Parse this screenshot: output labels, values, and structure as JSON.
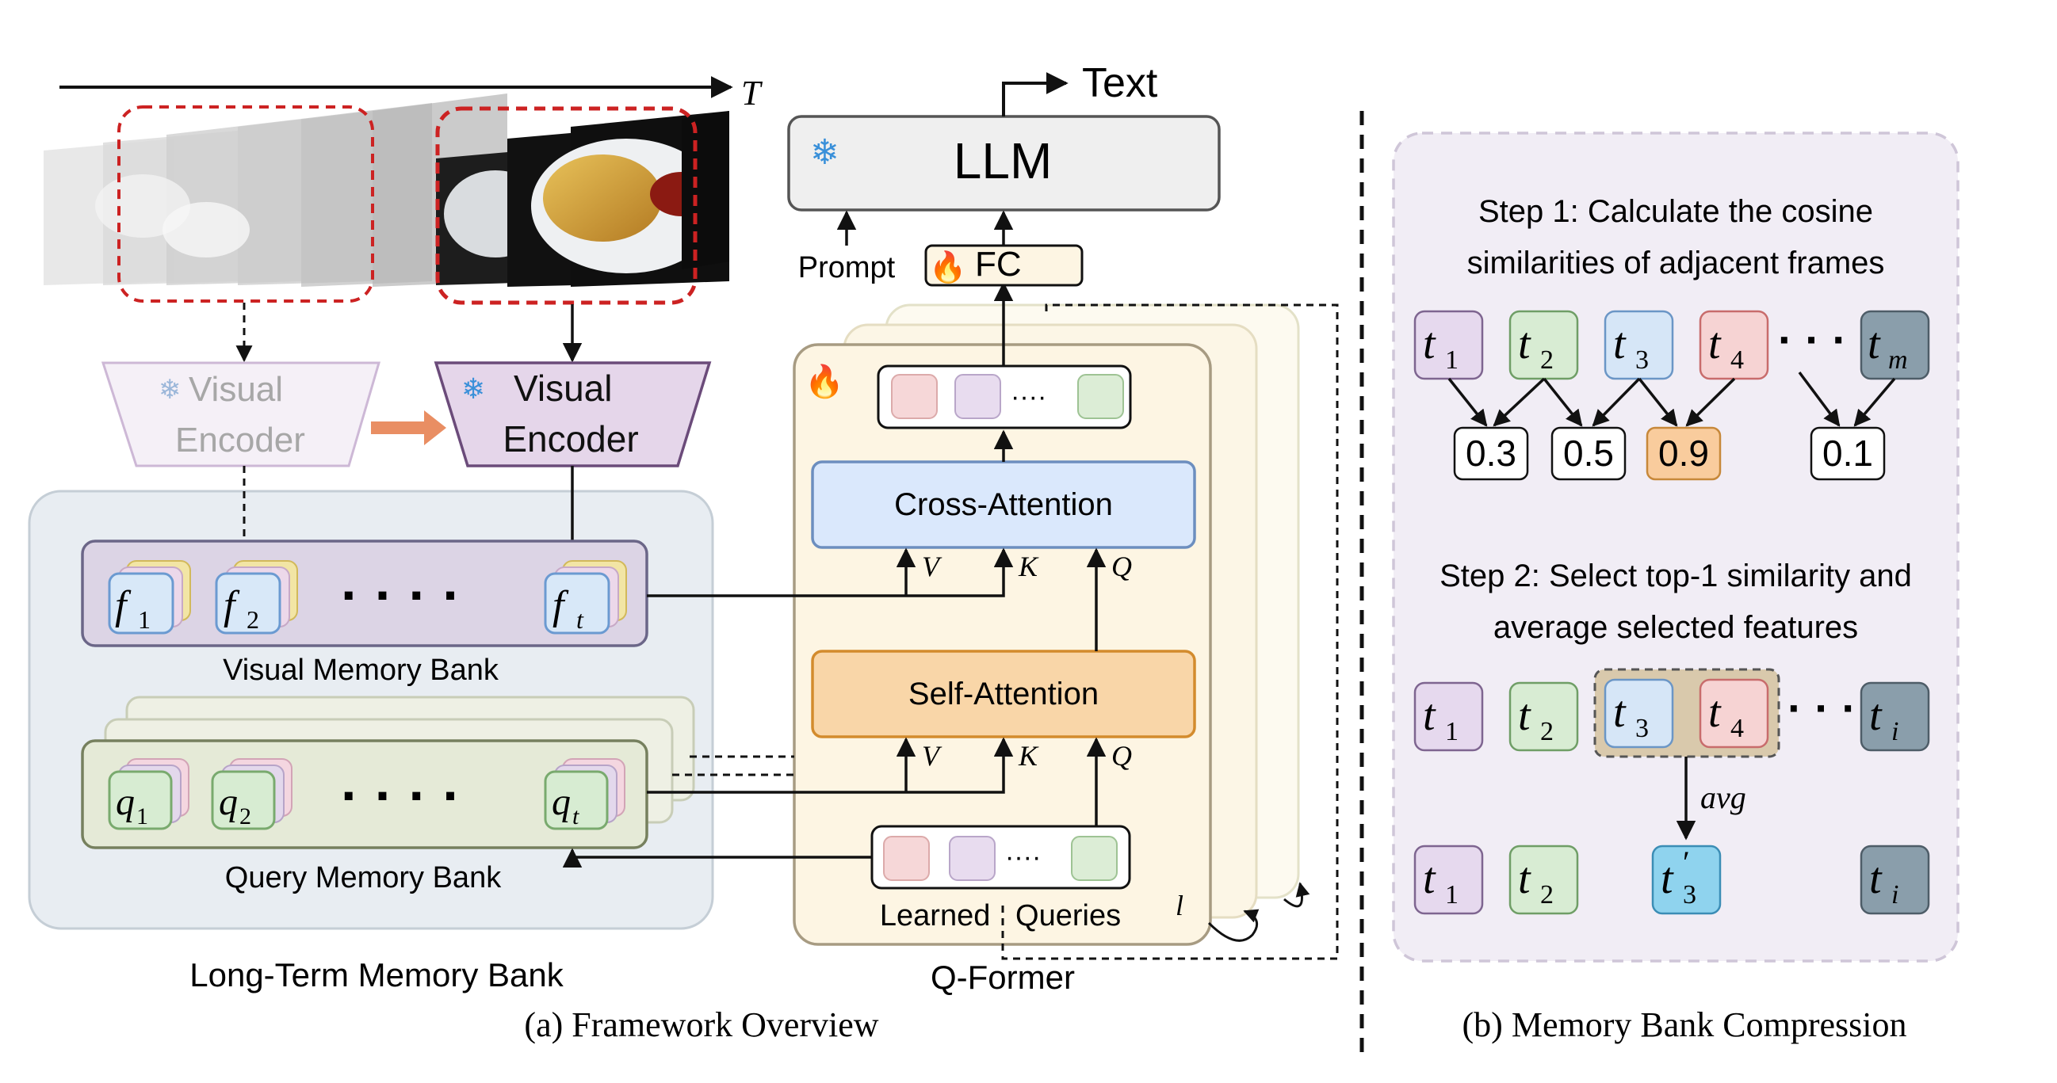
{
  "left": {
    "time_axis": "T",
    "frozen_encoder": {
      "line1": "Visual",
      "line2": "Encoder"
    },
    "active_encoder": {
      "line1": "Visual",
      "line2": "Encoder"
    },
    "visual_bank": {
      "label": "Visual Memory Bank",
      "tokens": [
        "f",
        "f",
        "f"
      ],
      "subs": [
        "1",
        "2",
        "t"
      ],
      "dots": "· · · ·"
    },
    "query_bank": {
      "label": "Query Memory Bank",
      "tokens": [
        "q",
        "q",
        "q"
      ],
      "subs": [
        "1",
        "2",
        "t"
      ],
      "dots": "· · · ·"
    },
    "ltm_label": "Long-Term Memory Bank"
  },
  "qformer": {
    "label": "Q-Former",
    "cross_attention": "Cross-Attention",
    "self_attention": "Self-Attention",
    "learned_queries": "Learned   Queries",
    "layers": "l",
    "v": "V",
    "k": "K",
    "q": "Q",
    "dots": "····"
  },
  "top": {
    "llm": "LLM",
    "text": "Text",
    "prompt": "Prompt",
    "fc": "FC"
  },
  "captions": {
    "a": "(a) Framework Overview",
    "b": "(b) Memory Bank Compression"
  },
  "right": {
    "step1_line1": "Step 1: Calculate the cosine",
    "step1_line2": "similarities of adjacent frames",
    "row1_tokens": [
      "t",
      "t",
      "t",
      "t",
      "t"
    ],
    "row1_subs": [
      "1",
      "2",
      "3",
      "4",
      "m"
    ],
    "sims": [
      "0.3",
      "0.5",
      "0.9",
      "0.1"
    ],
    "step2_line1": "Step 2: Select top-1 similarity and",
    "step2_line2": "average selected features",
    "row2_tokens": [
      "t",
      "t",
      "t",
      "t",
      "t"
    ],
    "row2_subs": [
      "1",
      "2",
      "3",
      "4",
      "i"
    ],
    "avg": "avg",
    "row3_tokens": [
      "t",
      "t",
      "t",
      "t"
    ],
    "row3_subs": [
      "1",
      "2",
      "3",
      "i"
    ],
    "prime": "′",
    "dots": "· · ·"
  },
  "colors": {
    "purple_token": "#e6d9ee",
    "green_token": "#d8ecd3",
    "blue_token": "#d6e6f7",
    "red_token": "#f6d3d3",
    "slate_token": "#8a9eab",
    "highlight_sim": "#f9cc9d",
    "merged_token": "#8fd3ee",
    "cross_attention": "#dae8fc",
    "self_attention": "#f9d6a8",
    "qformer_bg": "#fdf5e3",
    "ltm_bg": "#e8edf2",
    "compression_bg": "#f1edf5",
    "dashed_red": "#cc2222"
  }
}
